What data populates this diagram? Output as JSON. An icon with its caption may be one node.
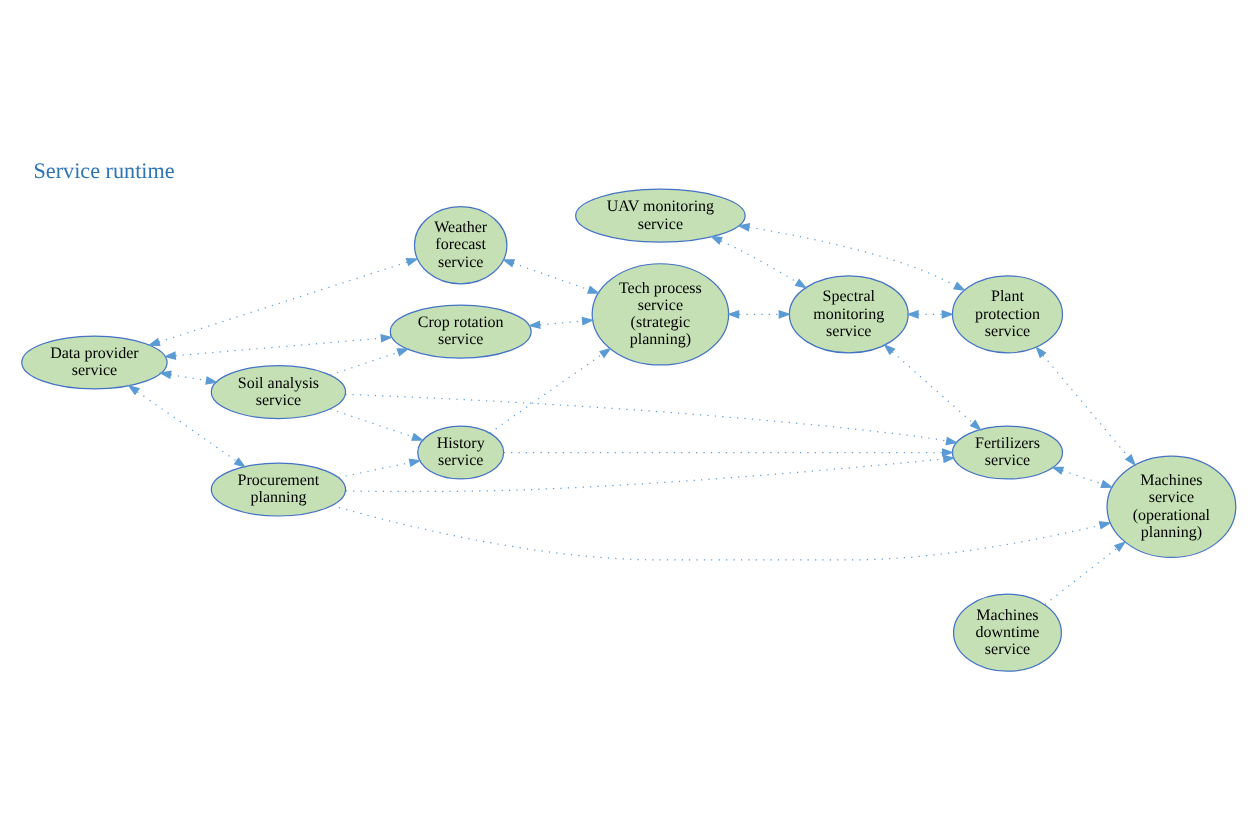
{
  "diagram": {
    "title": "Service runtime",
    "nodes": [
      {
        "text": [
          "Weather forecast service"
        ]
      },
      {
        "text": [
          "Tech process service (strategic planning)"
        ]
      },
      {
        "text": [
          "UAV monitoring service"
        ]
      },
      {
        "text": [
          "Crop rotation service"
        ]
      },
      {
        "text": [
          "Data provider service"
        ]
      },
      {
        "text": [
          "Spectral monitoring service"
        ]
      },
      {
        "text": [
          "History service"
        ]
      },
      {
        "text": [
          "Soil analysis service"
        ]
      },
      {
        "text": [
          "Plant protection service"
        ]
      },
      {
        "text": [
          "Fertilizers service"
        ]
      },
      {
        "text": [
          "Machines service (operational planning)"
        ]
      },
      {
        "text": [
          "Procurement planning"
        ]
      },
      {
        "text": [
          "Machines downtime service"
        ]
      }
    ],
    "edges": [
      {
        "from": 0,
        "to": 1,
        "arrow": "both",
        "style": "dashed"
      },
      {
        "from": 4,
        "to": 0,
        "arrow": "both",
        "style": "dashed"
      },
      {
        "from": 4,
        "to": 3,
        "arrow": "both",
        "style": "dashed"
      },
      {
        "from": 3,
        "to": 1,
        "arrow": "both",
        "style": "dashed"
      },
      {
        "from": 7,
        "to": 3,
        "arrow": "to",
        "style": "dashed"
      },
      {
        "from": 4,
        "to": 7,
        "arrow": "both",
        "style": "dashed"
      },
      {
        "from": 4,
        "to": 11,
        "arrow": "both",
        "style": "dashed"
      },
      {
        "from": 7,
        "to": 6,
        "arrow": "to",
        "style": "dashed"
      },
      {
        "from": 7,
        "to": 9,
        "arrow": "to",
        "style": "dashed"
      },
      {
        "from": 11,
        "to": 6,
        "arrow": "to",
        "style": "dashed"
      },
      {
        "from": 11,
        "to": 9,
        "arrow": "to",
        "style": "dashed"
      },
      {
        "from": 6,
        "to": 1,
        "arrow": "to",
        "style": "dashed"
      },
      {
        "from": 6,
        "to": 9,
        "arrow": "to",
        "style": "dashed"
      },
      {
        "from": 1,
        "to": 5,
        "arrow": "both",
        "style": "dashed"
      },
      {
        "from": 2,
        "to": 5,
        "arrow": "both",
        "style": "dashed"
      },
      {
        "from": 2,
        "to": 8,
        "arrow": "both",
        "style": "dashed"
      },
      {
        "from": 5,
        "to": 8,
        "arrow": "both",
        "style": "dashed"
      },
      {
        "from": 8,
        "to": 10,
        "arrow": "both",
        "style": "dashed"
      },
      {
        "from": 9,
        "to": 10,
        "arrow": "both",
        "style": "dashed"
      },
      {
        "from": 5,
        "to": 9,
        "arrow": "both",
        "style": "dashed"
      },
      {
        "from": 12,
        "to": 10,
        "arrow": "to",
        "style": "dashed"
      },
      {
        "from": 11,
        "to": 10,
        "arrow": "to",
        "style": "dashed"
      }
    ]
  }
}
